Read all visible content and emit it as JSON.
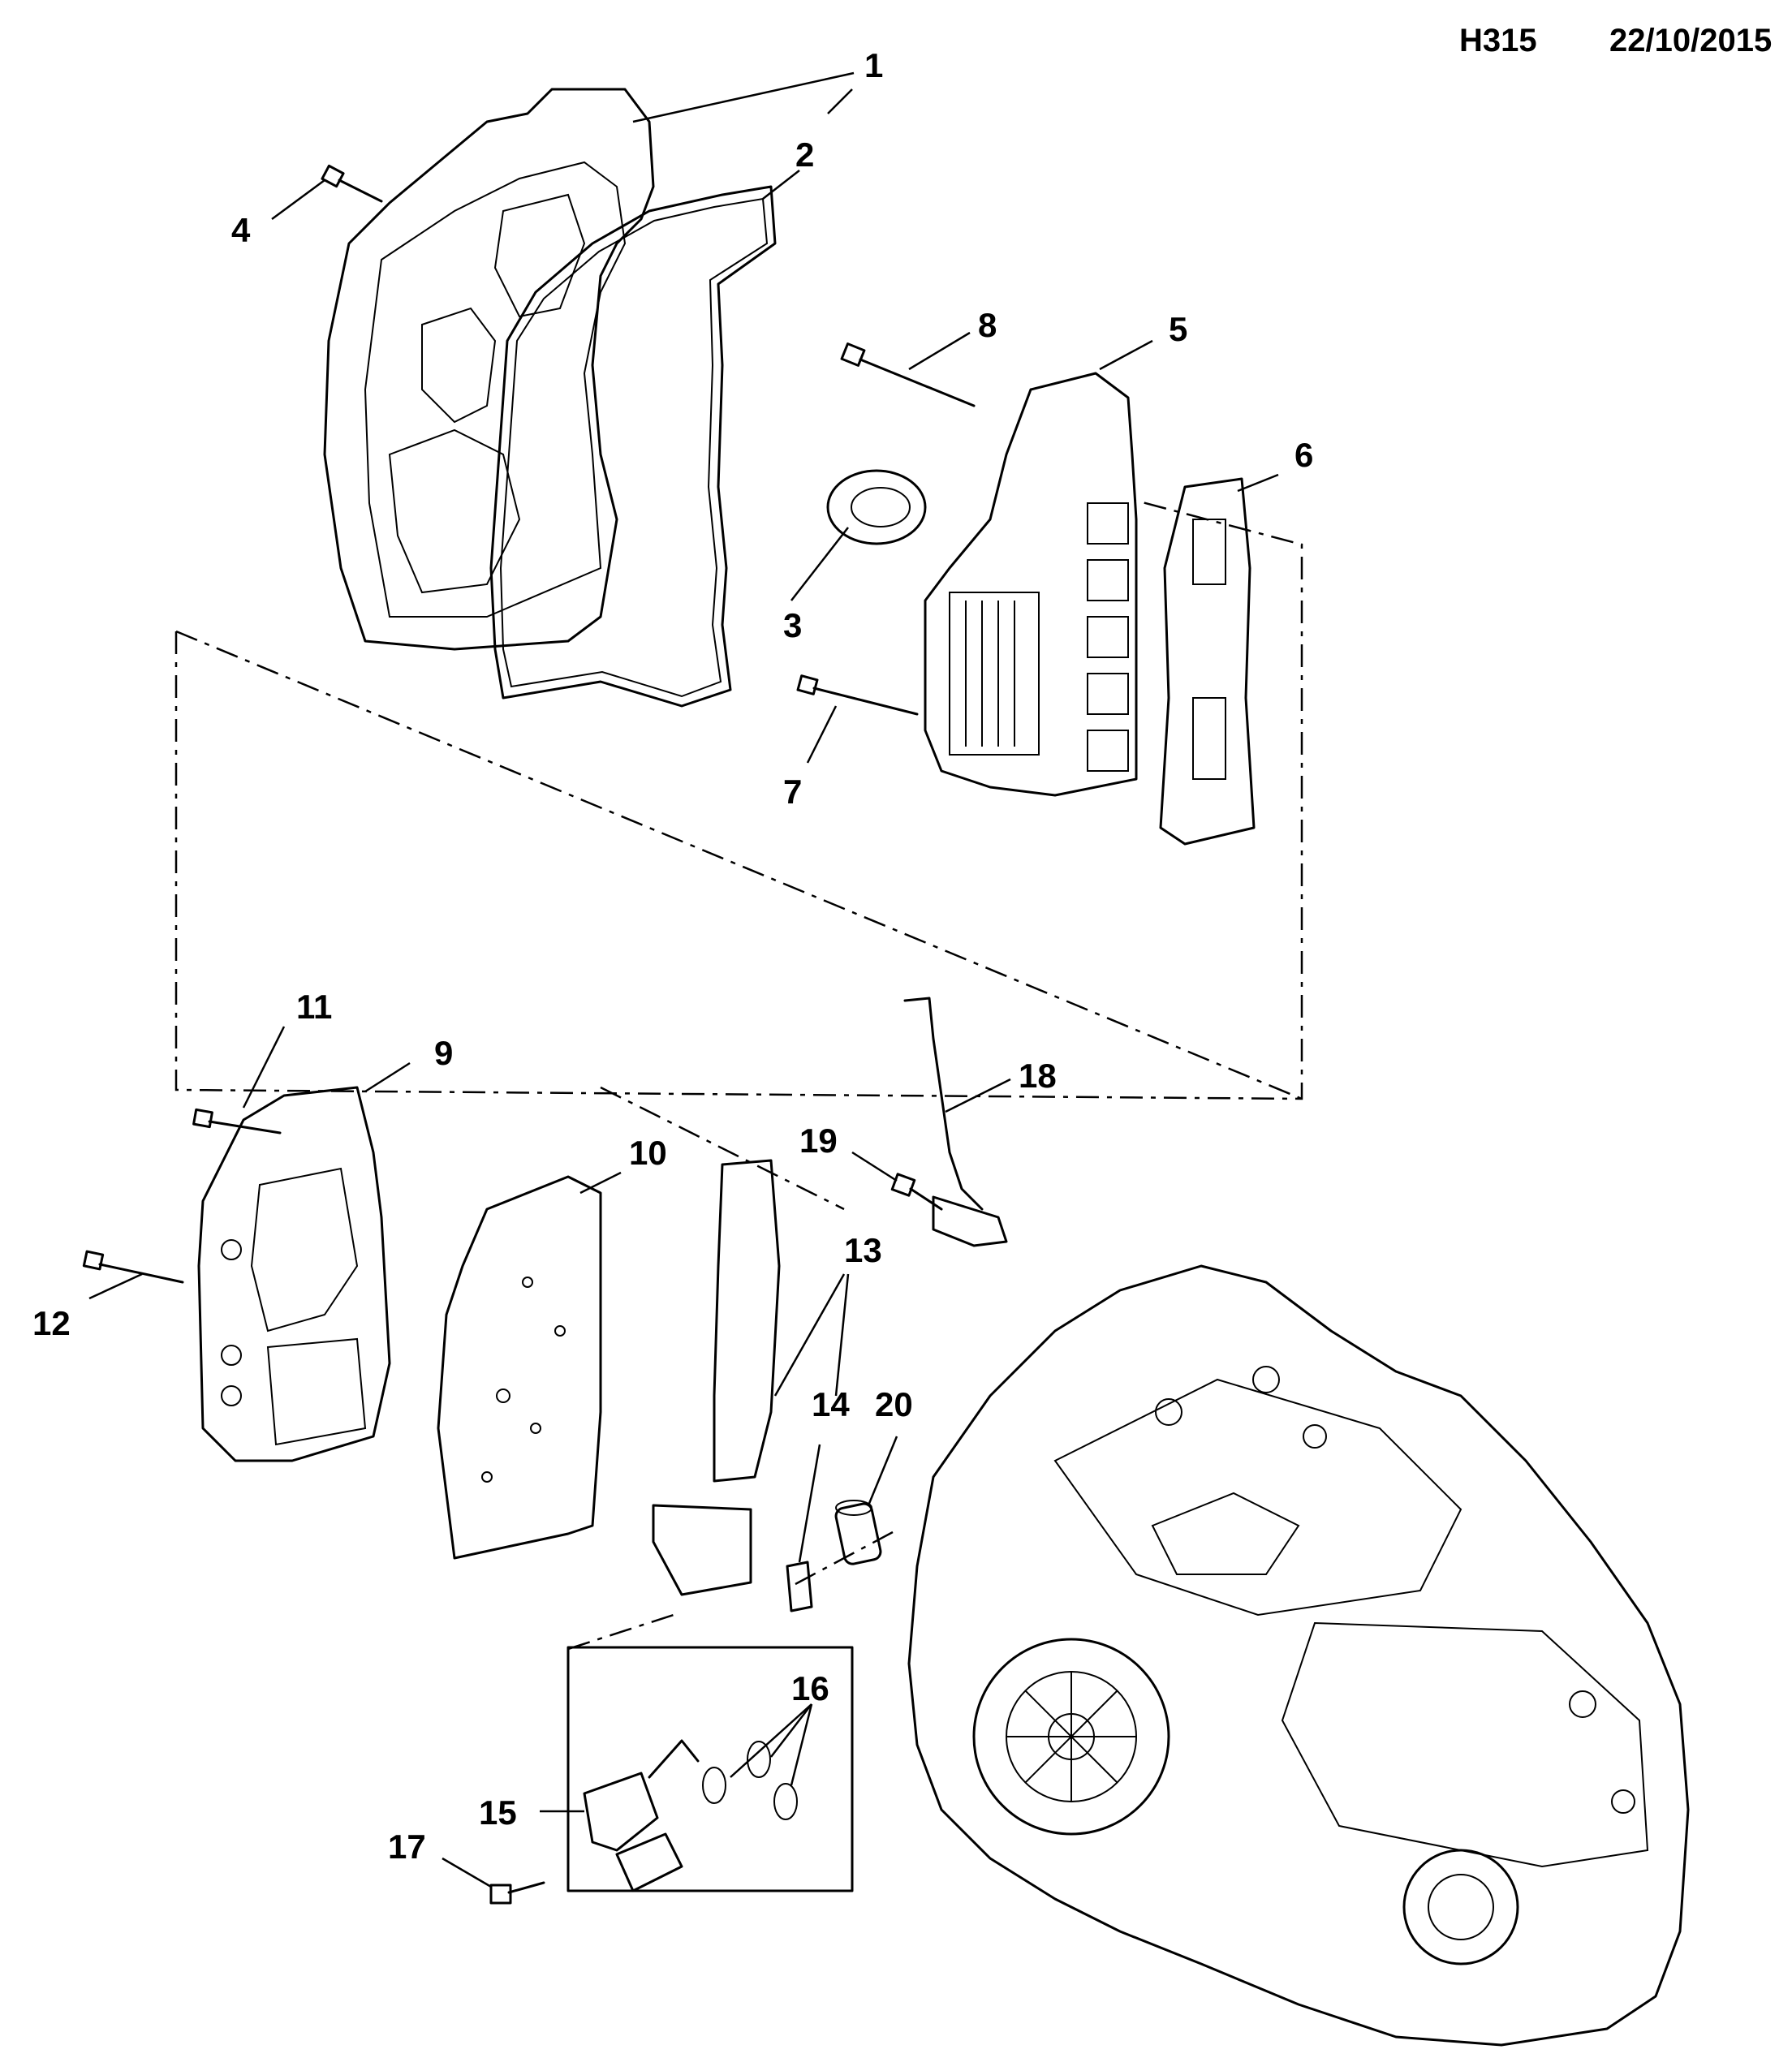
{
  "header": {
    "code": "H315",
    "date": "22/10/2015"
  },
  "callouts": {
    "c1": "1",
    "c2": "2",
    "c3": "3",
    "c4": "4",
    "c5": "5",
    "c6": "6",
    "c7": "7",
    "c8": "8",
    "c9": "9",
    "c10": "10",
    "c11": "11",
    "c12": "12",
    "c13": "13",
    "c14": "14",
    "c15": "15",
    "c16": "16",
    "c17": "17",
    "c18": "18",
    "c19": "19",
    "c20": "20"
  }
}
